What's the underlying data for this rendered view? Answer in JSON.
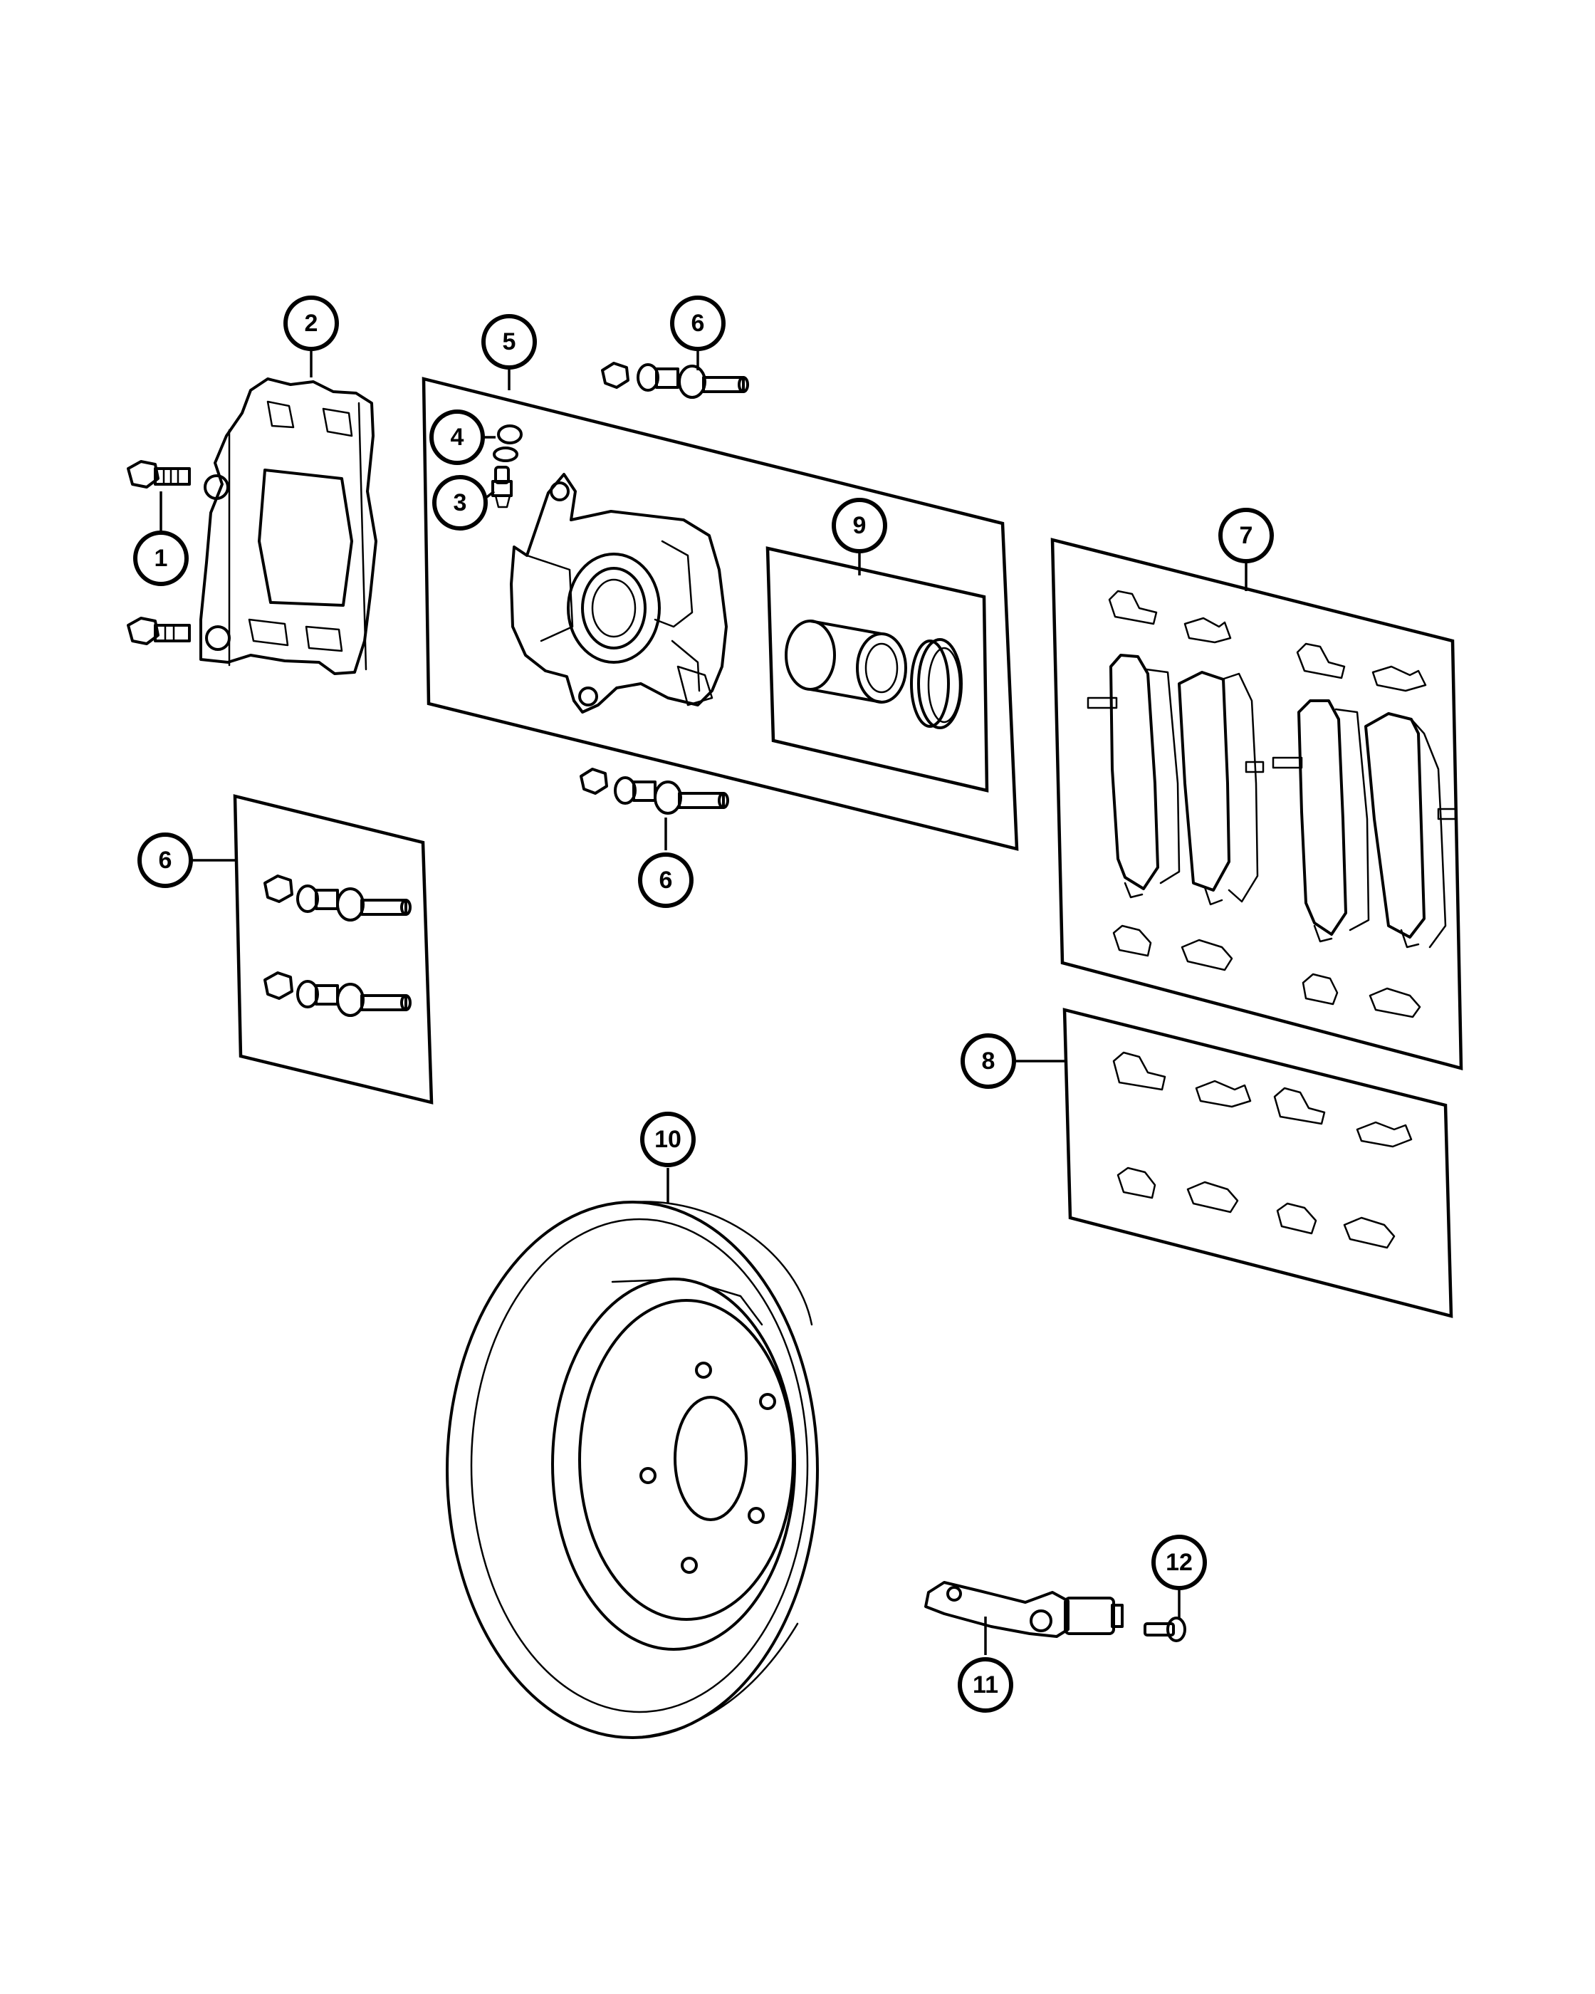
{
  "diagram": {
    "type": "exploded-parts-diagram",
    "callouts": [
      {
        "id": "c1",
        "label": "1"
      },
      {
        "id": "c2",
        "label": "2"
      },
      {
        "id": "c3",
        "label": "3"
      },
      {
        "id": "c4",
        "label": "4"
      },
      {
        "id": "c5",
        "label": "5"
      },
      {
        "id": "c6a",
        "label": "6"
      },
      {
        "id": "c6b",
        "label": "6"
      },
      {
        "id": "c6c",
        "label": "6"
      },
      {
        "id": "c7",
        "label": "7"
      },
      {
        "id": "c8",
        "label": "8"
      },
      {
        "id": "c9",
        "label": "9"
      },
      {
        "id": "c10",
        "label": "10"
      },
      {
        "id": "c11",
        "label": "11"
      },
      {
        "id": "c12",
        "label": "12"
      }
    ]
  }
}
